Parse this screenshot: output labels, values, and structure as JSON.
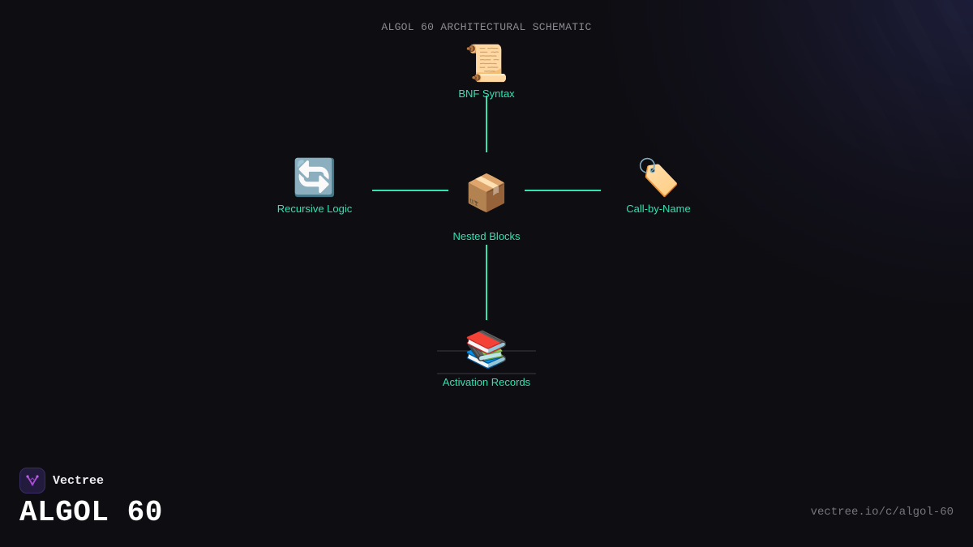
{
  "schematic_title": "ALGOL 60 ARCHITECTURAL SCHEMATIC",
  "colors": {
    "accent": "#2fe3b2",
    "background": "#0e0d12",
    "muted_text": "#8a8a90"
  },
  "nodes": {
    "bnf_syntax": {
      "label": "BNF Syntax",
      "icon": "scroll-icon",
      "glyph": "📜"
    },
    "recursive_logic": {
      "label": "Recursive Logic",
      "icon": "refresh-arrows-icon",
      "glyph": "🔄"
    },
    "nested_blocks": {
      "label": "Nested Blocks",
      "icon": "package-icon",
      "glyph": "📦"
    },
    "call_by_name": {
      "label": "Call-by-Name",
      "icon": "label-tag-icon",
      "glyph": "🏷️"
    },
    "activation_records": {
      "label": "Activation Records",
      "icon": "stacked-books-icon",
      "glyph": "📚"
    }
  },
  "brand": {
    "name": "Vectree",
    "icon": "vectree-logo-icon"
  },
  "title": "ALGOL 60",
  "url": "vectree.io/c/algol-60"
}
